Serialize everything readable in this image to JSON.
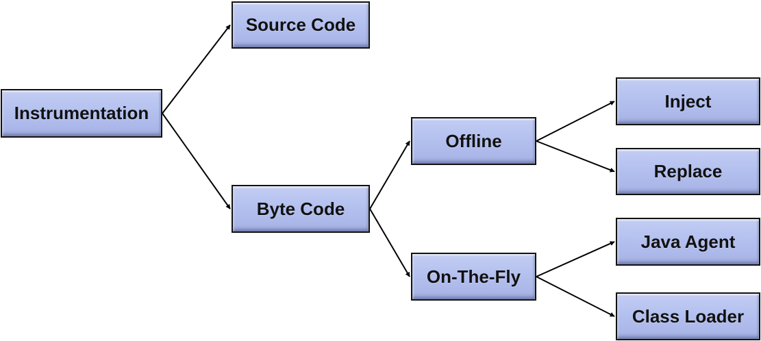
{
  "diagram": {
    "title": "Instrumentation taxonomy",
    "colors": {
      "node_fill": "#b4c1ef",
      "node_border": "#111111",
      "edge": "#000000"
    },
    "nodes": {
      "instrumentation": "Instrumentation",
      "source_code": "Source Code",
      "byte_code": "Byte Code",
      "offline": "Offline",
      "on_the_fly": "On-The-Fly",
      "inject": "Inject",
      "replace": "Replace",
      "java_agent": "Java Agent",
      "class_loader": "Class Loader"
    },
    "edges": [
      {
        "from": "instrumentation",
        "to": "source_code"
      },
      {
        "from": "instrumentation",
        "to": "byte_code"
      },
      {
        "from": "byte_code",
        "to": "offline"
      },
      {
        "from": "byte_code",
        "to": "on_the_fly"
      },
      {
        "from": "offline",
        "to": "inject"
      },
      {
        "from": "offline",
        "to": "replace"
      },
      {
        "from": "on_the_fly",
        "to": "java_agent"
      },
      {
        "from": "on_the_fly",
        "to": "class_loader"
      }
    ]
  }
}
